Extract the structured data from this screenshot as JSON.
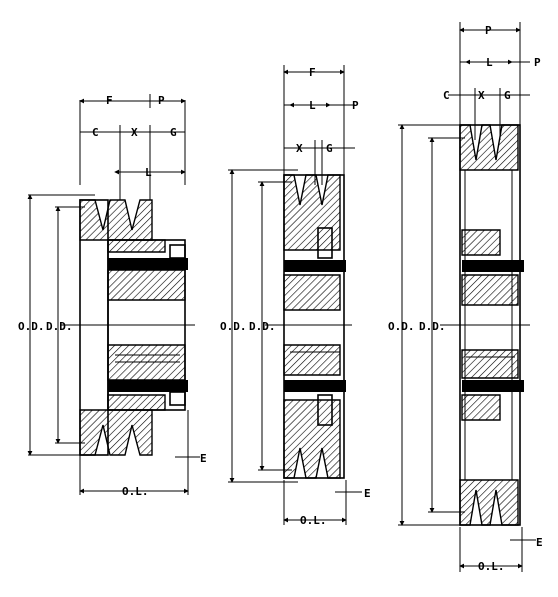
{
  "labels": {
    "F": "F",
    "P": "P",
    "C": "C",
    "X": "X",
    "G": "G",
    "L": "L",
    "OD": "O.D.",
    "DD": "D.D.",
    "OL": "O.L.",
    "E": "E"
  }
}
